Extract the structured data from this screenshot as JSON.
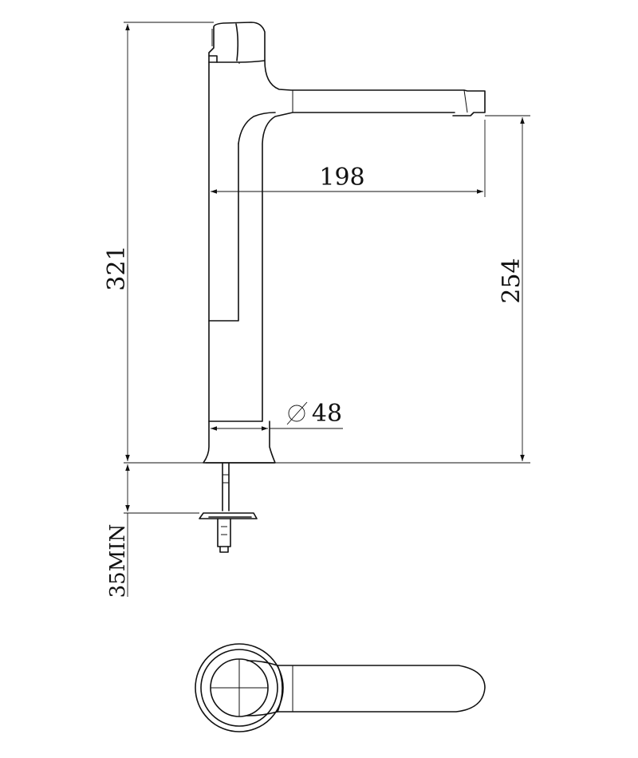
{
  "dimensions": {
    "total_height": "321",
    "reach": "198",
    "spout_height": "254",
    "base_diameter": "48",
    "diameter_symbol": "⌀",
    "min_thickness": "35MIN"
  },
  "colors": {
    "line": "#111111",
    "background": "#ffffff"
  }
}
